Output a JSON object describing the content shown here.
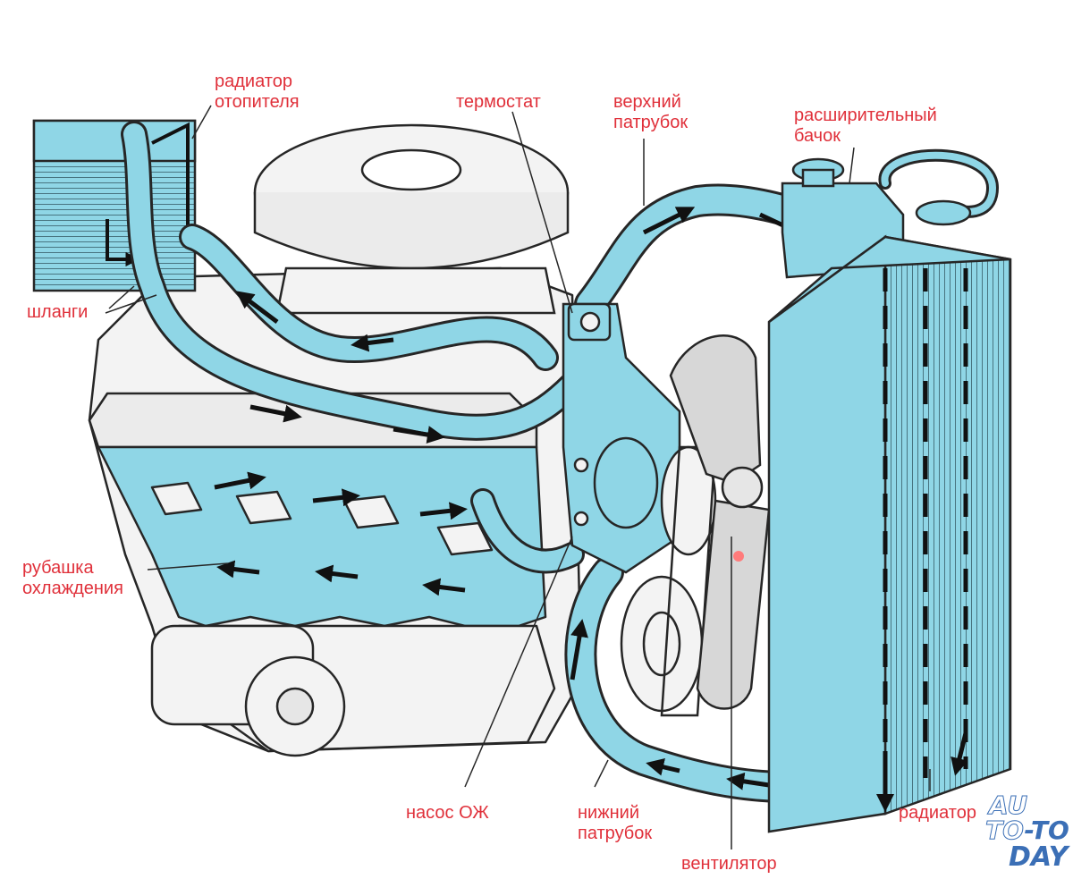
{
  "labels": {
    "heater_radiator": [
      "радиатор",
      "отопителя"
    ],
    "thermostat": "термостат",
    "upper_hose": [
      "верхний",
      "патрубок"
    ],
    "expansion_tank": [
      "расширительный",
      "бачок"
    ],
    "hoses": "шланги",
    "water_jacket": [
      "рубашка",
      "охлаждения"
    ],
    "coolant_pump": "насос ОЖ",
    "lower_hose": [
      "нижний",
      "патрубок"
    ],
    "fan": "вентилятор",
    "radiator": "радиатор"
  },
  "watermark": {
    "line1": "AU",
    "line2a": "TO",
    "line2b": "-",
    "line2c": "TO",
    "line3": "DAY"
  },
  "colors": {
    "label": "#e0303a",
    "coolant": "#8fd6e6",
    "coolant_dark": "#1d1d1d",
    "engine_fill": "#f3f3f3",
    "outline": "#262626",
    "watermark": "#3b6fb6"
  }
}
